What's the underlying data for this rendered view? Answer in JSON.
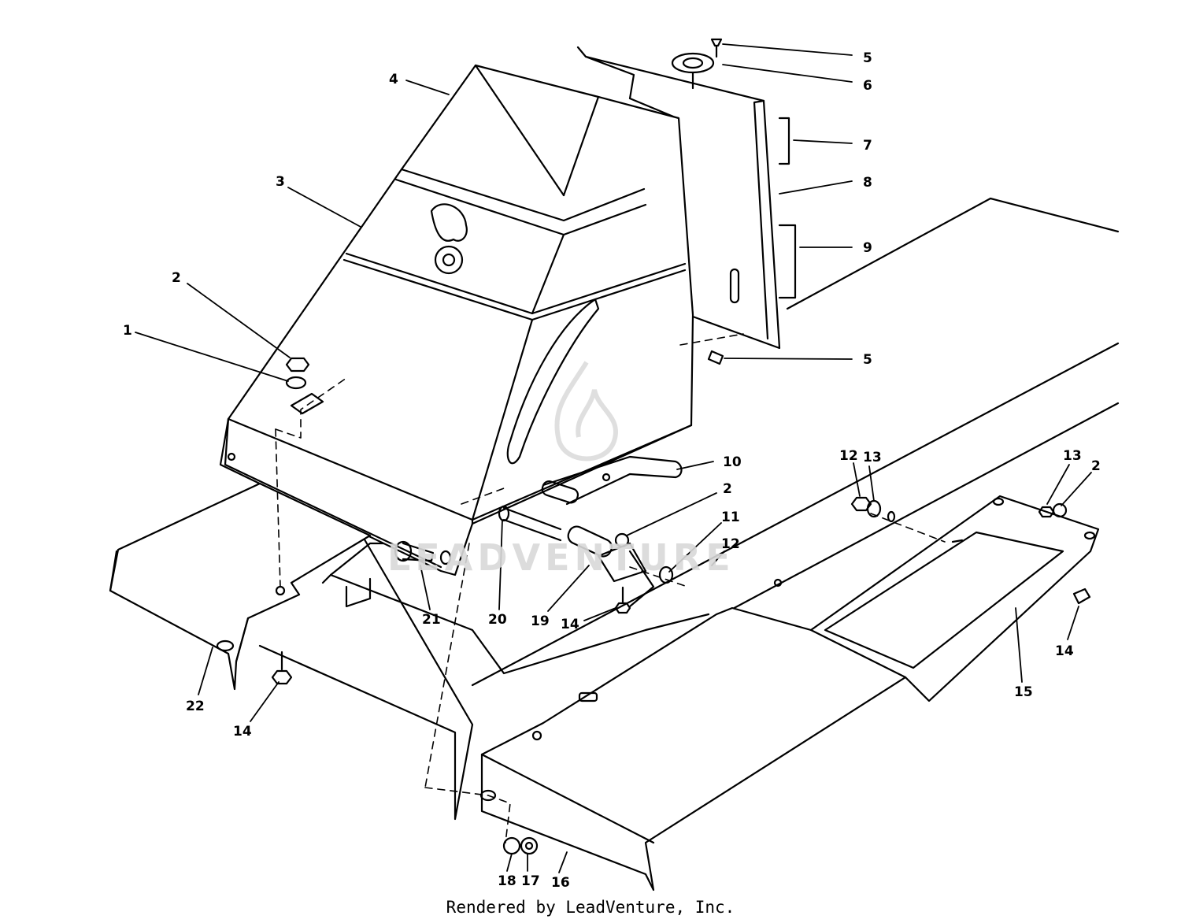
{
  "diagram": {
    "footer": "Rendered by LeadVenture, Inc.",
    "watermark": "LEADVENTURE",
    "callouts": [
      "5",
      "6",
      "4",
      "7",
      "8",
      "3",
      "9",
      "2",
      "1",
      "5",
      "10",
      "12",
      "13",
      "13",
      "2",
      "2",
      "11",
      "12",
      "21",
      "20",
      "19",
      "14",
      "14",
      "15",
      "22",
      "14",
      "18",
      "17",
      "16"
    ]
  },
  "colors": {
    "line": "#000000",
    "fill": "#ffffff",
    "watermark": "#d9d9d9"
  }
}
